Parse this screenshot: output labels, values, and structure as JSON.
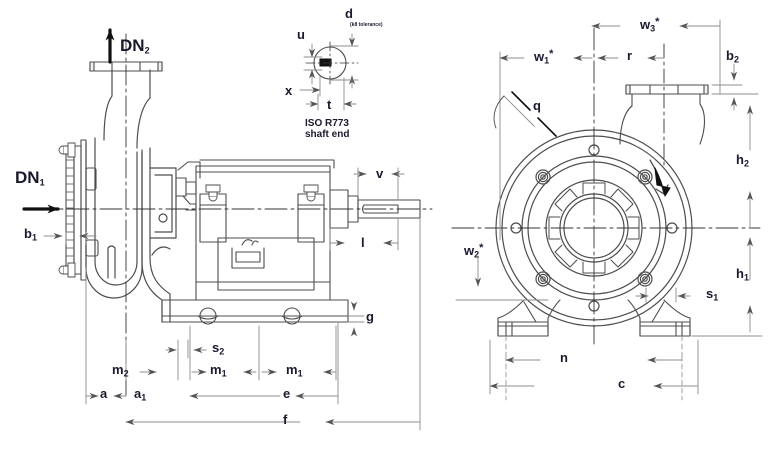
{
  "drawing": {
    "title": "Centrifugal pump dimensional drawing",
    "views": {
      "side": "side elevation",
      "front": "front / drive-end elevation",
      "detail": "shaft end detail"
    }
  },
  "nozzles": {
    "suction": "DN",
    "suction_sub": "1",
    "discharge": "DN",
    "discharge_sub": "2"
  },
  "shaft_detail": {
    "note_line1": "ISO R773",
    "note_line2": "shaft end",
    "tolerance": "(k8 tolerance)",
    "labels": {
      "d": "d",
      "u": "u",
      "x": "x",
      "t": "t"
    }
  },
  "dimensions_side": [
    {
      "id": "b1",
      "base": "b",
      "sub": "1",
      "star": ""
    },
    {
      "id": "a",
      "base": "a",
      "sub": "",
      "star": ""
    },
    {
      "id": "a1",
      "base": "a",
      "sub": "1",
      "star": ""
    },
    {
      "id": "m2",
      "base": "m",
      "sub": "2",
      "star": ""
    },
    {
      "id": "m1a",
      "base": "m",
      "sub": "1",
      "star": ""
    },
    {
      "id": "m1b",
      "base": "m",
      "sub": "1",
      "star": ""
    },
    {
      "id": "s2",
      "base": "s",
      "sub": "2",
      "star": ""
    },
    {
      "id": "e",
      "base": "e",
      "sub": "",
      "star": ""
    },
    {
      "id": "f",
      "base": "f",
      "sub": "",
      "star": ""
    },
    {
      "id": "g",
      "base": "g",
      "sub": "",
      "star": ""
    },
    {
      "id": "l",
      "base": "l",
      "sub": "",
      "star": ""
    },
    {
      "id": "v",
      "base": "v",
      "sub": "",
      "star": ""
    }
  ],
  "dimensions_front": [
    {
      "id": "w1",
      "base": "w",
      "sub": "1",
      "star": "*"
    },
    {
      "id": "w2",
      "base": "w",
      "sub": "2",
      "star": "*"
    },
    {
      "id": "w3",
      "base": "w",
      "sub": "3",
      "star": "*"
    },
    {
      "id": "r",
      "base": "r",
      "sub": "",
      "star": ""
    },
    {
      "id": "b2",
      "base": "b",
      "sub": "2",
      "star": ""
    },
    {
      "id": "h1",
      "base": "h",
      "sub": "1",
      "star": ""
    },
    {
      "id": "h2",
      "base": "h",
      "sub": "2",
      "star": ""
    },
    {
      "id": "s1",
      "base": "s",
      "sub": "1",
      "star": ""
    },
    {
      "id": "n",
      "base": "n",
      "sub": "",
      "star": ""
    },
    {
      "id": "c",
      "base": "c",
      "sub": "",
      "star": ""
    },
    {
      "id": "q",
      "base": "q",
      "sub": "",
      "star": ""
    }
  ],
  "colors": {
    "outline": "#4d4d4d",
    "dimension_line": "#8c8c8c",
    "text": "#1a1a2e",
    "centerline": "#333333",
    "background": "#ffffff"
  }
}
